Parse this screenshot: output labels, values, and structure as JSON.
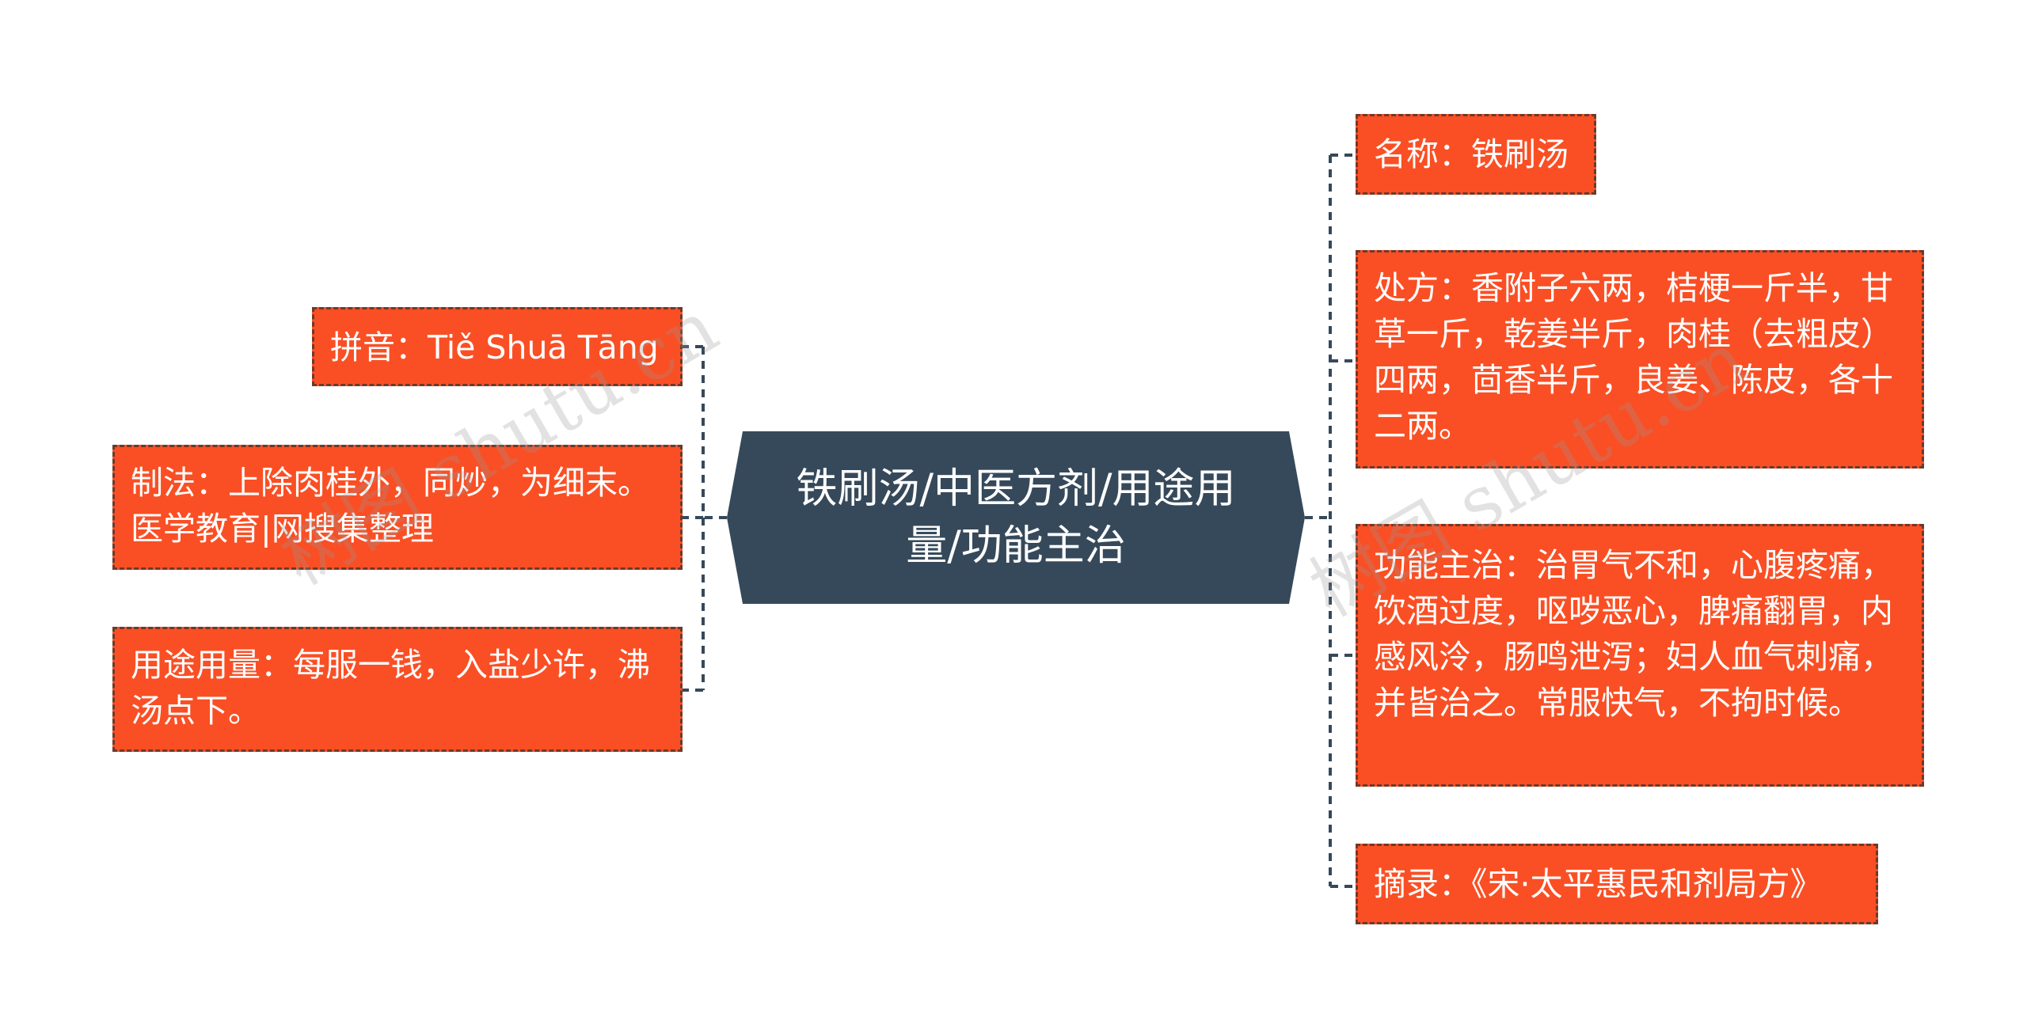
{
  "center": {
    "line1": "铁刷汤/中医方剂/用途用",
    "line2": "量/功能主治",
    "fill": "#36495a"
  },
  "left_nodes": [
    {
      "id": "pinyin",
      "text": "拼音：Tiě Shuā Tāng"
    },
    {
      "id": "method",
      "text": "制法：上除肉桂外，同炒，为细末。医学教育|网搜集整理"
    },
    {
      "id": "usage",
      "text": "用途用量：每服一钱，入盐少许，沸汤点下。"
    }
  ],
  "right_nodes": [
    {
      "id": "name",
      "text": "名称：铁刷汤"
    },
    {
      "id": "prescription",
      "text": "处方：香附子六两，桔梗一斤半，甘草一斤，乾姜半斤，肉桂（去粗皮）四两，茴香半斤，良姜、陈皮，各十二两。"
    },
    {
      "id": "indications",
      "text": "功能主治：治胃气不和，心腹疼痛，饮酒过度，呕哕恶心，脾痛翻胃，内感风泠，肠鸣泄泻；妇人血气刺痛，并皆治之。常服快气，不拘时候。"
    },
    {
      "id": "source",
      "text": "摘录：《宋·太平惠民和剂局方》"
    }
  ],
  "watermark": {
    "left": "树图 shutu.cn",
    "right": "树图 shutu.cn"
  },
  "colors": {
    "node_fill": "#fa4f24",
    "node_border": "#6b3a2c",
    "center_fill": "#36495a",
    "connector": "#36495a"
  }
}
